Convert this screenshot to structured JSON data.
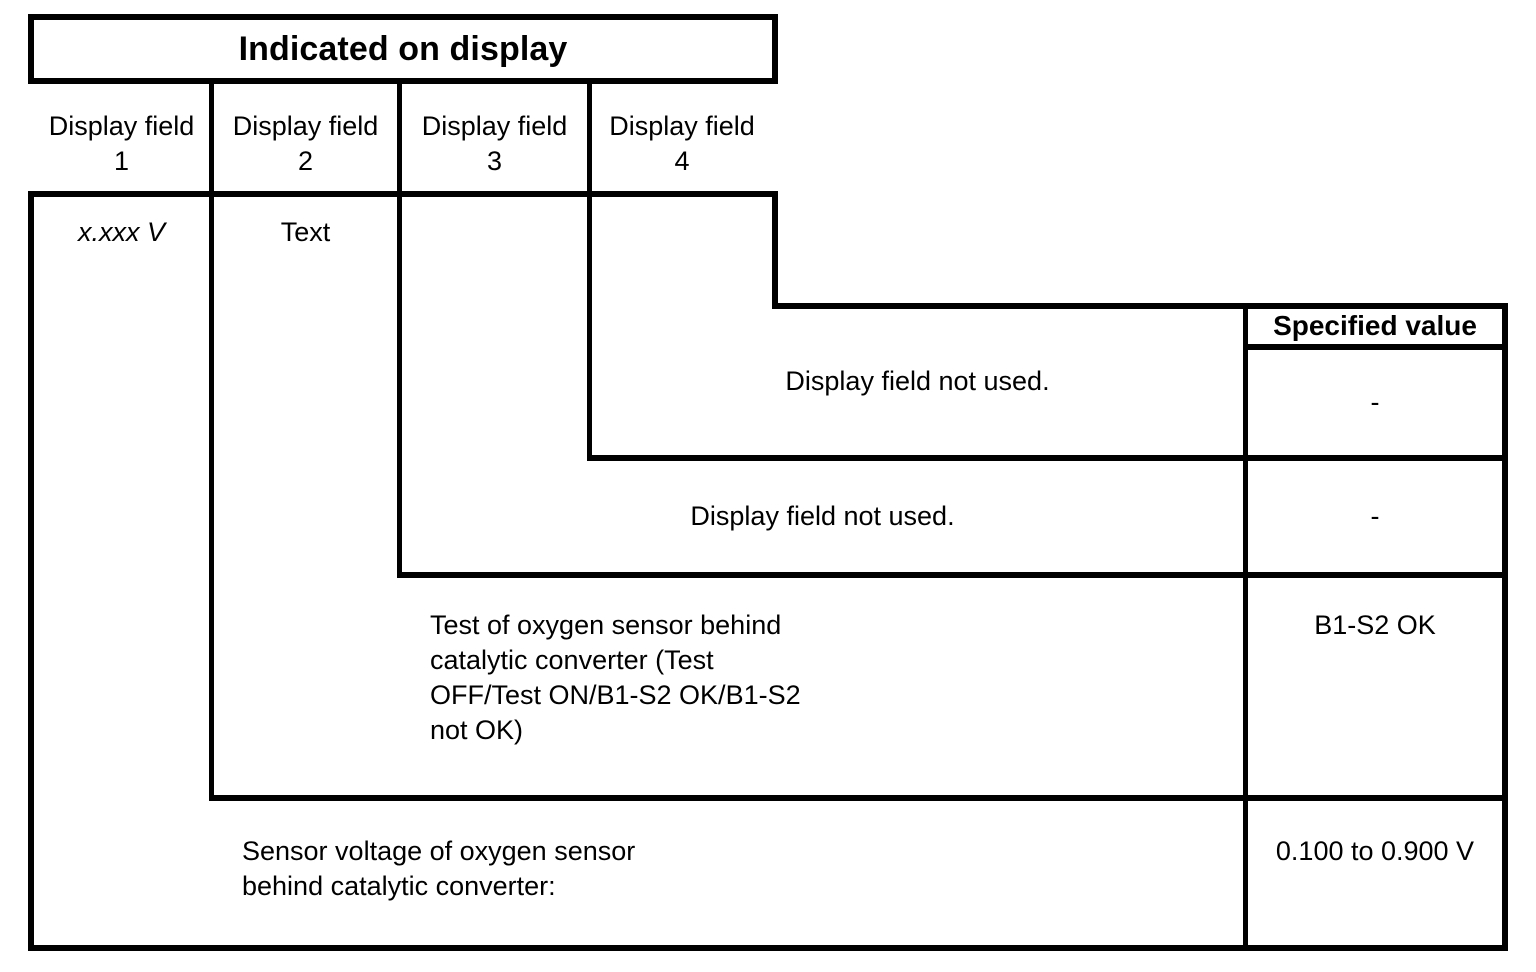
{
  "document": {
    "type": "specification-table",
    "title": "Indicated on display"
  },
  "table": {
    "title": "Indicated on display",
    "specified_value_header": "Specified value",
    "column_headers": [
      {
        "label": "Display field",
        "number": "1"
      },
      {
        "label": "Display field",
        "number": "2"
      },
      {
        "label": "Display field",
        "number": "3"
      },
      {
        "label": "Display field",
        "number": "4"
      }
    ],
    "display_field_values": {
      "field_1": "x.xxx V",
      "field_2": "Text"
    },
    "rows": [
      {
        "id": "field-4-row",
        "description": "Display field not used.",
        "specified_value": "-"
      },
      {
        "id": "field-3-row",
        "description": "Display field not used.",
        "specified_value": "-"
      },
      {
        "id": "field-2-row",
        "description": "Test of oxygen sensor behind\ncatalytic converter (Test\nOFF/Test ON/B1-S2 OK/B1-S2\nnot OK)",
        "specified_value": "B1-S2 OK"
      },
      {
        "id": "field-1-row",
        "description": "Sensor voltage of oxygen sensor\nbehind catalytic converter:",
        "specified_value": "0.100 to 0.900 V"
      }
    ]
  },
  "colors": {
    "ink": "#000000",
    "paper": "#ffffff"
  }
}
